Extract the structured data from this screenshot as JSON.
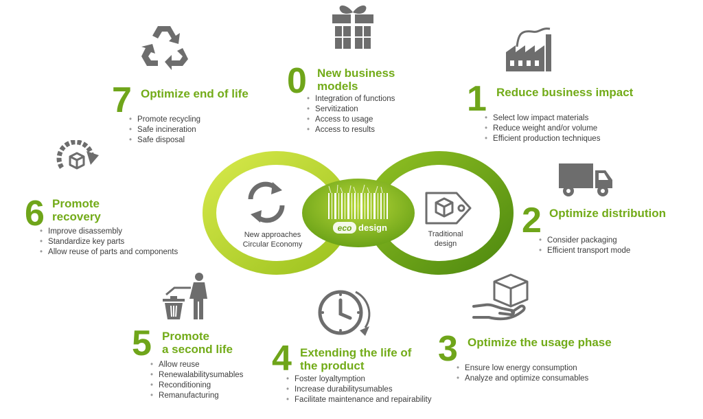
{
  "center": {
    "left_caption_line1": "New approaches",
    "left_caption_line2": "Circular Economy",
    "logo_word1": "eco",
    "logo_word2": "design",
    "right_caption_line1": "Traditional",
    "right_caption_line2": "design"
  },
  "sections": {
    "s0": {
      "number": "0",
      "title_line1": "New business",
      "title_line2": "models",
      "items": [
        "Integration of functions",
        "Servitization",
        "Access to usage",
        "Access to results"
      ]
    },
    "s1": {
      "number": "1",
      "title_line1": "Reduce business impact",
      "items": [
        "Select low impact materials",
        "Reduce weight and/or volume",
        "Efficient production techniques"
      ]
    },
    "s2": {
      "number": "2",
      "title_line1": "Optimize distribution",
      "items": [
        "Consider packaging",
        "Efficient transport mode"
      ]
    },
    "s3": {
      "number": "3",
      "title_line1": "Optimize the usage phase",
      "items": [
        "Ensure low energy consumption",
        "Analyze and optimize consumables"
      ]
    },
    "s4": {
      "number": "4",
      "title_line1": "Extending the life of",
      "title_line2": "the product",
      "items": [
        "Foster loyaltymption",
        "Increase durabilitysumables",
        "Facilitate maintenance and repairability"
      ]
    },
    "s5": {
      "number": "5",
      "title_line1": "Promote",
      "title_line2": "a second life",
      "items": [
        "Allow reuse",
        "Renewalabilitysumables",
        "Reconditioning",
        "Remanufacturing"
      ]
    },
    "s6": {
      "number": "6",
      "title_line1": "Promote",
      "title_line2": "recovery",
      "items": [
        "Improve disassembly",
        "Standardize key parts",
        "Allow reuse of parts and components"
      ]
    },
    "s7": {
      "number": "7",
      "title_line1": "Optimize end of life",
      "items": [
        "Promote recycling",
        "Safe incineration",
        "Safe disposal"
      ]
    }
  },
  "colors": {
    "green": "#72ab18",
    "light_green": "#b7d52a",
    "dark_green": "#5e9614",
    "icon_gray": "#6d6d6d"
  },
  "icons": {
    "s0": "gift-icon",
    "s1": "factory-icon",
    "s2": "truck-icon",
    "s3": "hand-box-icon",
    "s4": "clock-icon",
    "s5": "person-trash-icon",
    "s6": "recovery-box-icon",
    "s7": "recycle-icon",
    "left_loop": "circular-arrows-icon",
    "right_loop": "tag-box-icon",
    "logo": "barcode-icon"
  }
}
